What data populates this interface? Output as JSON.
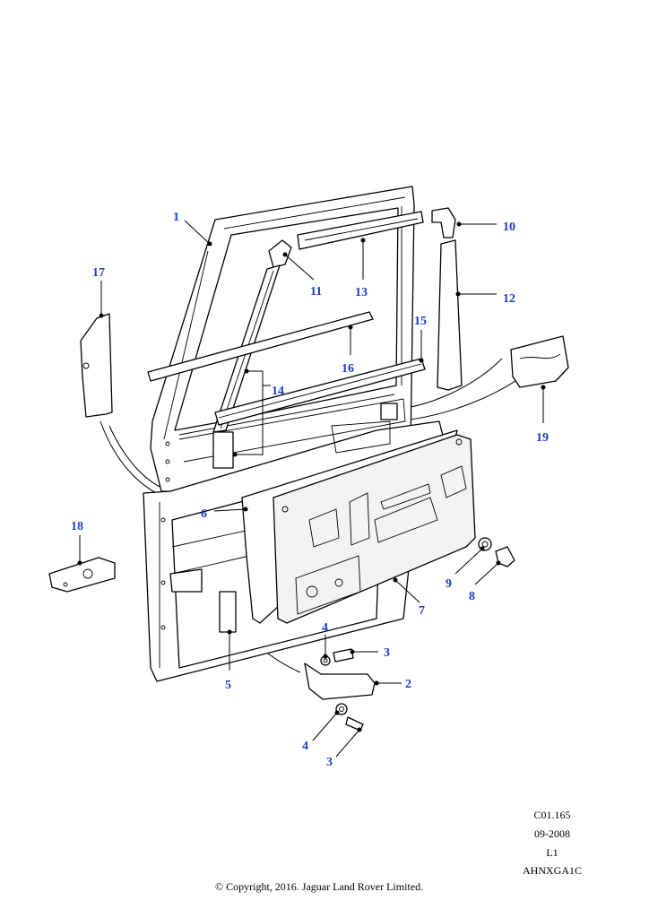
{
  "callouts": {
    "c1": "1",
    "c2": "2",
    "c3a": "3",
    "c3b": "3",
    "c4a": "4",
    "c4b": "4",
    "c5": "5",
    "c6": "6",
    "c7": "7",
    "c8": "8",
    "c9": "9",
    "c10": "10",
    "c11": "11",
    "c12": "12",
    "c13": "13",
    "c14": "14",
    "c15": "15",
    "c16": "16",
    "c17": "17",
    "c18": "18",
    "c19": "19"
  },
  "meta": {
    "code": "C01.165",
    "date": "09-2008",
    "level": "L1",
    "ref": "AHNXGA1C",
    "copyright": "© Copyright, 2016. Jaguar Land Rover Limited."
  },
  "colors": {
    "callout": "#1a3fc4",
    "line": "#000000"
  }
}
